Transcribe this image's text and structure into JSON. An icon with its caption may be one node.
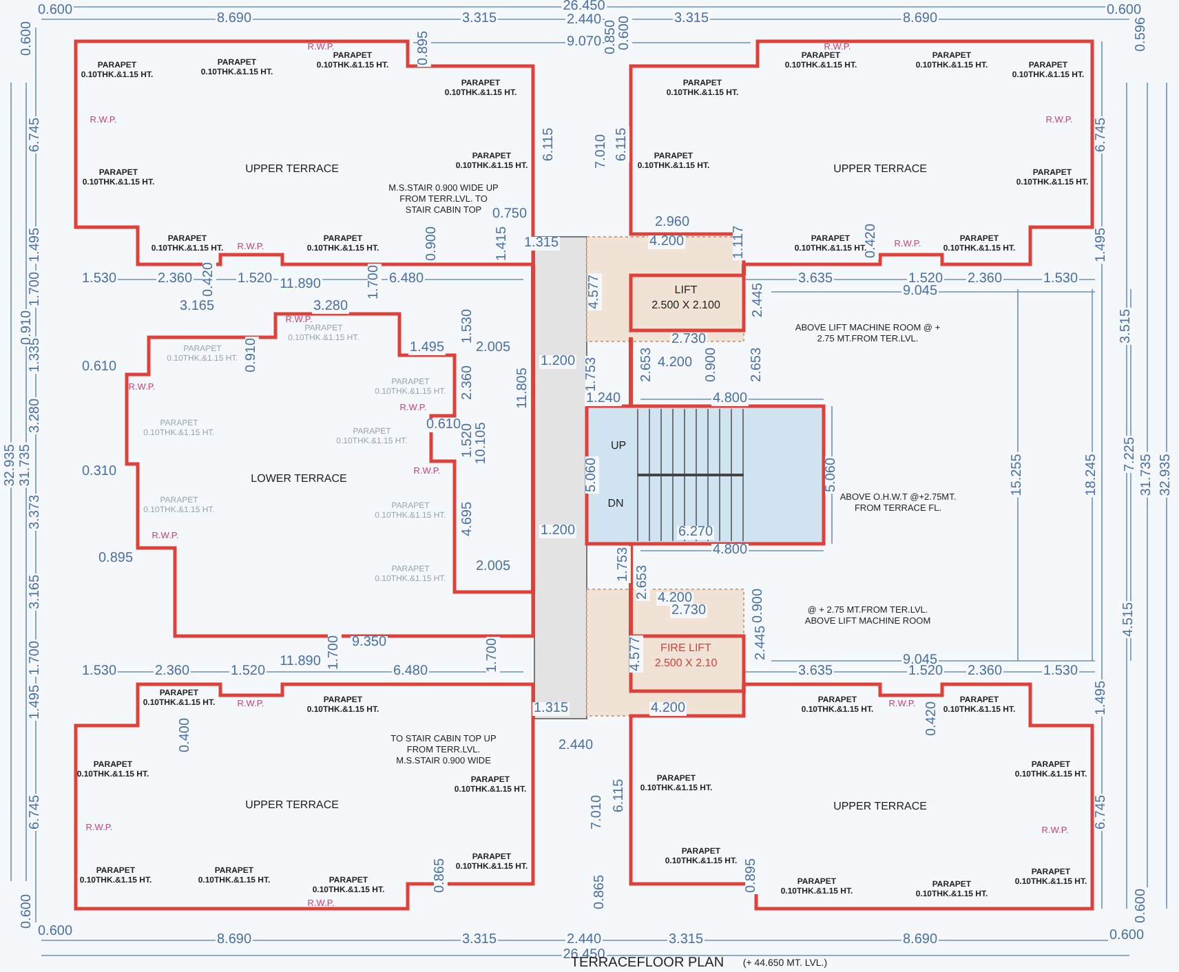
{
  "diagram": {
    "title": "TERRACEFLOOR PLAN",
    "caption": "(+ 44.650 MT. LVL.)",
    "nodes": [
      {
        "text": [
          "UPPER TERRACE"
        ]
      },
      {
        "text": [
          "UPPER TERRACE"
        ]
      },
      {
        "text": [
          "LIFT",
          "2.500 X 2.100"
        ]
      },
      {
        "text": [
          "LOWER TERRACE"
        ]
      },
      {
        "text": [
          "UP",
          "DN"
        ]
      },
      {
        "text": [
          "FIRE LIFT",
          "2.500 X 2.10"
        ]
      },
      {
        "text": [
          "UPPER TERRACE"
        ]
      },
      {
        "text": [
          "UPPER TERRACE"
        ]
      }
    ],
    "labels": [
      "0.600",
      "26.450",
      "0.600",
      "8.690",
      "3.315",
      "2.440",
      "3.315",
      "8.690",
      "9.070",
      "0.600",
      "0.895",
      "0.850",
      "0.600",
      "0.596",
      "6.745",
      "1.495",
      "1.700",
      "0.910",
      "1.335",
      "3.280",
      "32.935",
      "31.735",
      "3.373",
      "3.165",
      "1.700",
      "1.495",
      "6.745",
      "0.600",
      "6.745",
      "1.495",
      "3.515",
      "15.255",
      "18.245",
      "7.225",
      "31.735",
      "32.935",
      "4.515",
      "1.495",
      "6.745",
      "0.600",
      "6.115",
      "7.010",
      "6.115",
      "0.750",
      "1.415",
      "1.315",
      "0.900",
      "1.530",
      "2.360",
      "0.420",
      "1.520",
      "11.890",
      "1.700",
      "6.480",
      "3.165",
      "3.280",
      "2.960",
      "4.200",
      "1.117",
      "0.420",
      "3.635",
      "1.520",
      "2.360",
      "1.530",
      "9.045",
      "4.577",
      "2.445",
      "0.910",
      "1.495",
      "1.530",
      "2.005",
      "1.200",
      "2.360",
      "0.610",
      "1.520",
      "10.105",
      "11.805",
      "4.695",
      "2.005",
      "1.200",
      "0.610",
      "0.310",
      "0.895",
      "9.350",
      "2.730",
      "1.753",
      "2.653",
      "4.200",
      "0.900",
      "2.653",
      "1.240",
      "4.800",
      "5.060",
      "5.060",
      "6.270",
      "4.800",
      "1.753",
      "2.653",
      "4.200",
      "2.730",
      "0.900",
      "ABOVE LIFT MACHINE ROOM @ + 2.75 MT.FROM TER.LVL.",
      "ABOVE O.H.W.T @+2.75MT. FROM TERRACE FL.",
      "@ + 2.75 MT.FROM TER.LVL. ABOVE LIFT MACHINE ROOM",
      "M.S.STAIR 0.900 WIDE UP FROM TERR.LVL. TO STAIR CABIN TOP",
      "TO STAIR CABIN TOP UP FROM TERR.LVL. M.S.STAIR 0.900 WIDE",
      "1.530",
      "2.360",
      "1.520",
      "11.890",
      "1.700",
      "6.480",
      "1.700",
      "0.400",
      "1.315",
      "2.440",
      "4.577",
      "2.445",
      "9.045",
      "3.635",
      "1.520",
      "2.360",
      "1.530",
      "4.200",
      "0.420",
      "7.010",
      "6.115",
      "0.865",
      "0.865",
      "0.895",
      "0.600",
      "8.690",
      "3.315",
      "2.440",
      "3.315",
      "8.690",
      "0.600",
      "26.450",
      "R.W.P.",
      "R.W.P.",
      "R.W.P.",
      "R.W.P.",
      "R.W.P.",
      "R.W.P.",
      "R.W.P.",
      "R.W.P.",
      "R.W.P.",
      "R.W.P.",
      "R.W.P.",
      "R.W.P.",
      "R.W.P.",
      "R.W.P.",
      "R.W.P.",
      "R.W.P.",
      "PARAPET 0.10THK.&1.15 HT.",
      "PARAPET 0.10THK.&1.15 HT.",
      "PARAPET 0.10THK.&1.15 HT.",
      "PARAPET 0.10THK.&1.15 HT.",
      "PARAPET 0.10THK.&1.15 HT.",
      "PARAPET 0.10THK.&1.15 HT.",
      "PARAPET 0.10THK.&1.15 HT.",
      "PARAPET 0.10THK.&1.15 HT.",
      "PARAPET 0.10THK.&1.15 HT.",
      "PARAPET 0.10THK.&1.15 HT.",
      "PARAPET 0.10THK.&1.15 HT.",
      "PARAPET 0.10THK.&1.15 HT.",
      "PARAPET 0.10THK.&1.15 HT.",
      "PARAPET 0.10THK.&1.15 HT.",
      "PARAPET 0.10THK.&1.15 HT.",
      "PARAPET 0.10THK.&1.15 HT.",
      "PARAPET 0.10THK.&1.15 HT.",
      "PARAPET 0.10THK.&1.15 HT.",
      "PARAPET 0.10THK.&1.15 HT.",
      "PARAPET 0.10THK.&1.15 HT.",
      "PARAPET 0.10THK.&1.15 HT.",
      "PARAPET 0.10THK.&1.15 HT.",
      "PARAPET 0.10THK.&1.15 HT.",
      "PARAPET 0.10THK.&1.15 HT.",
      "PARAPET 0.10THK.&1.15 HT.",
      "PARAPET 0.10THK.&1.15 HT.",
      "PARAPET 0.10THK.&1.15 HT.",
      "PARAPET 0.10THK.&1.15 HT.",
      "PARAPET 0.10THK.&1.15 HT.",
      "PARAPET 0.10THK.&1.15 HT.",
      "PARAPET 0.10THK.&1.15 HT.",
      "PARAPET 0.10THK.&1.15 HT.",
      "PARAPET 0.10THK.&1.15 HT.",
      "PARAPET 0.10THK.&1.15 HT.",
      "PARAPET 0.10THK.&1.15 HT.",
      "PARAPET 0.10THK.&1.15 HT.",
      "PARAPET 0.10THK.&1.15 HT.",
      "PARAPET 0.10THK.&1.15 HT.",
      "PARAPET 0.10THK.&1.15 HT.",
      "PARAPET 0.10THK.&1.15 HT."
    ]
  }
}
